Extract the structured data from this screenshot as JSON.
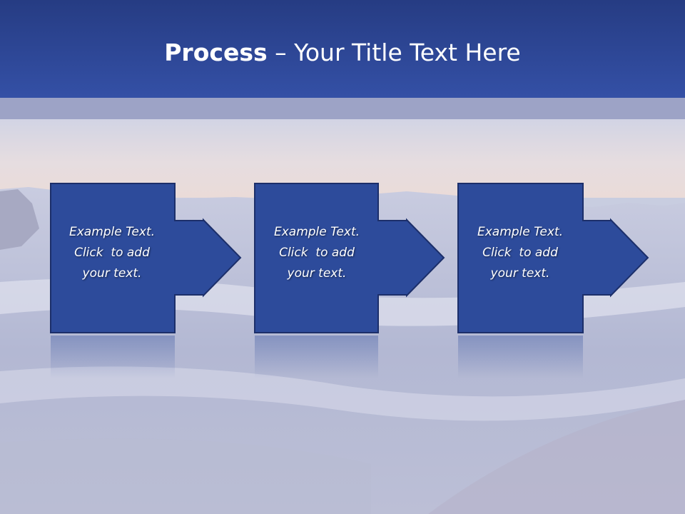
{
  "slide": {
    "title_bold": "Process",
    "title_rest": " – Your Title Text Here"
  },
  "steps": [
    {
      "line1": "Example Text.",
      "line2": "Click  to add",
      "line3": "your text."
    },
    {
      "line1": "Example Text.",
      "line2": "Click  to add",
      "line3": "your text."
    },
    {
      "line1": "Example Text.",
      "line2": "Click  to add",
      "line3": "your text."
    }
  ],
  "colors": {
    "title_bar": "#2f4a9e",
    "box_fill": "#2d4b9b",
    "box_border": "#1c2f6a"
  }
}
